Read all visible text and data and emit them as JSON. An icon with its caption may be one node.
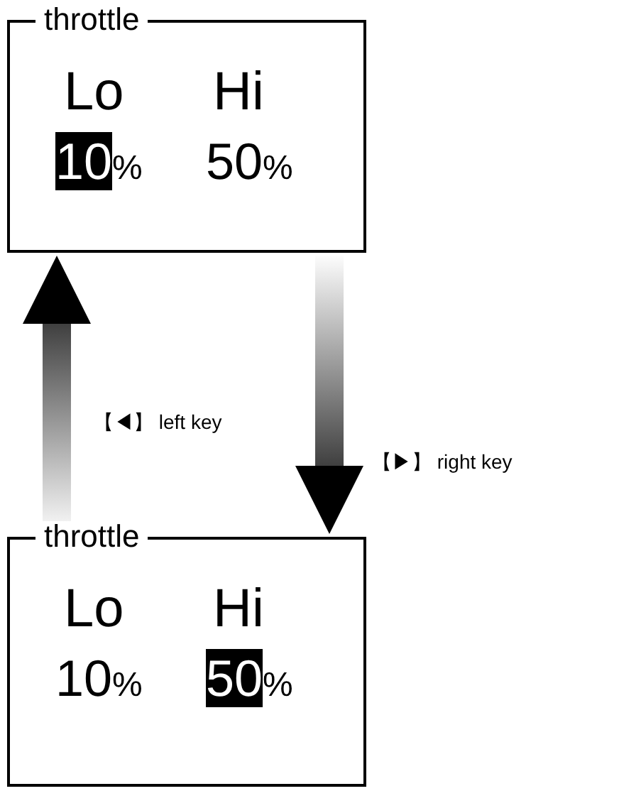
{
  "diagram": {
    "nodes": [
      {
        "text": [
          "throttle",
          "Lo",
          "Hi",
          "10%",
          "50%"
        ]
      },
      {
        "text": [
          "throttle",
          "Lo",
          "Hi",
          "10%",
          "50%"
        ]
      }
    ],
    "edges": [
      {
        "from": 1,
        "to": 0,
        "arrow": "to",
        "label": "【◀】 left key",
        "style": "thick"
      },
      {
        "from": 0,
        "to": 1,
        "arrow": "to",
        "label": "【▶】 right key",
        "style": "thick"
      }
    ]
  }
}
